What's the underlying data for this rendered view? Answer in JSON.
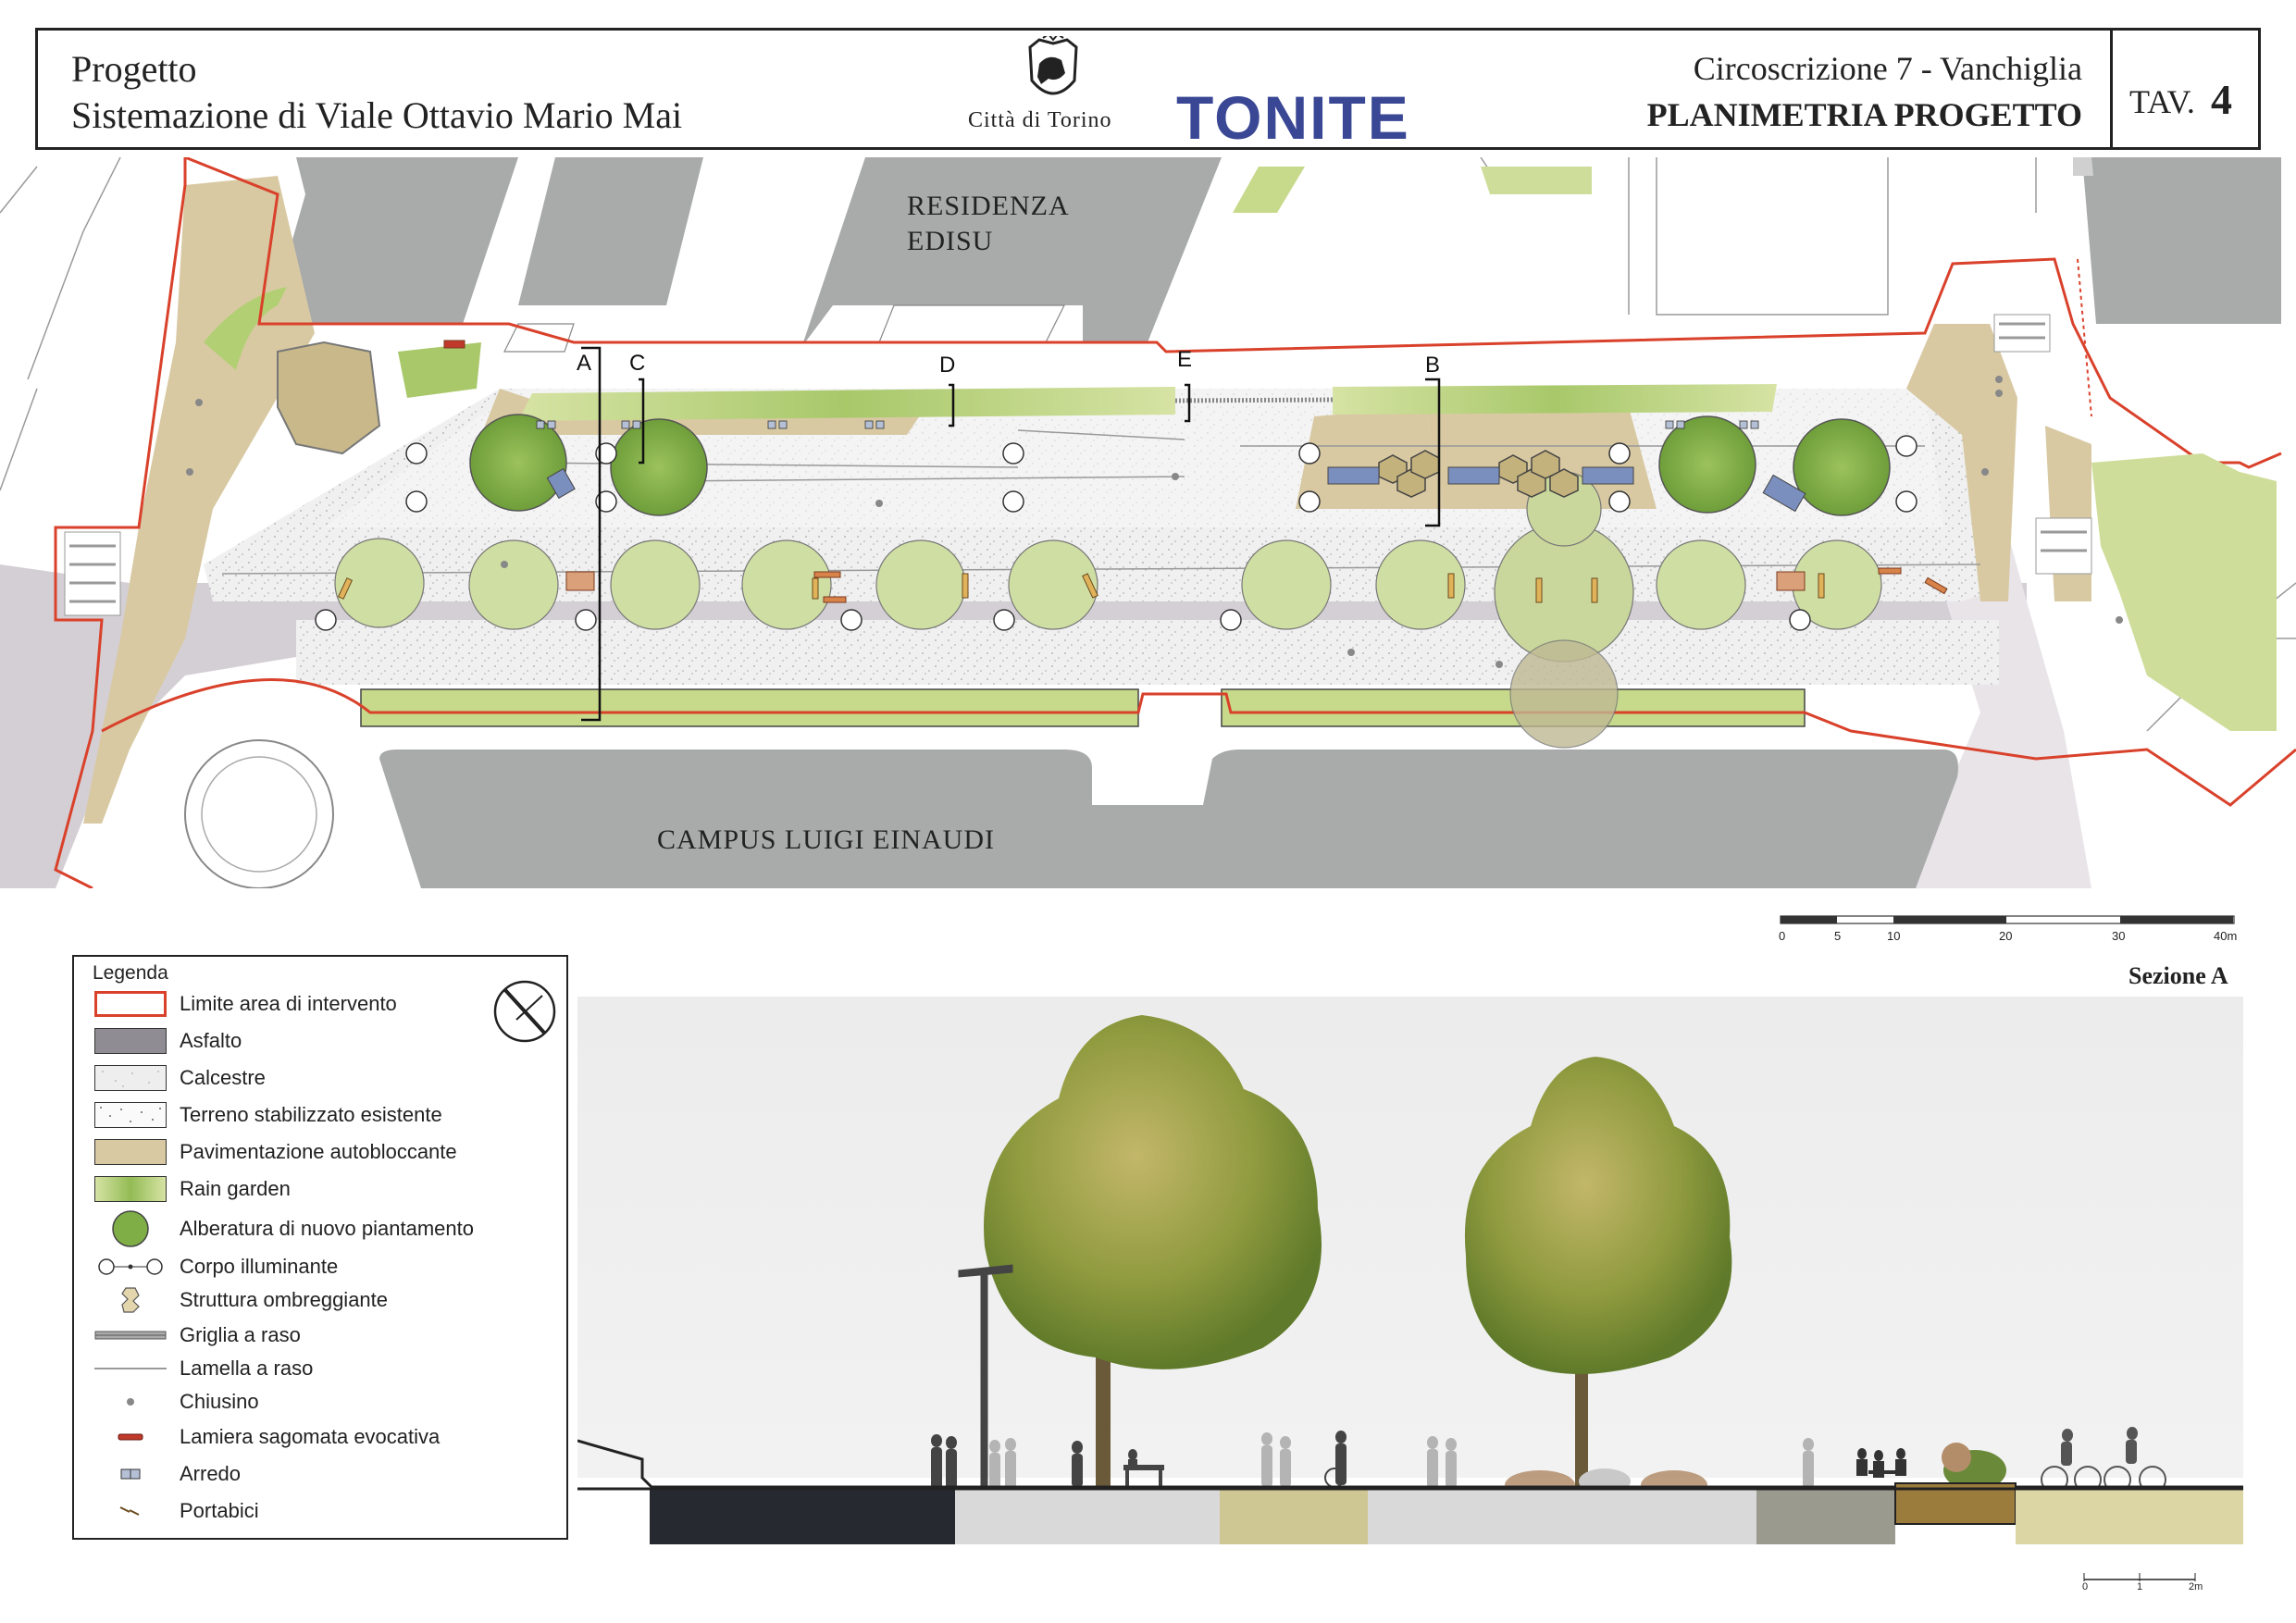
{
  "header": {
    "project_label": "Progetto",
    "project_title": "Sistemazione di Viale Ottavio Mario Mai",
    "city_name": "Città di Torino",
    "partner_logo": "TONITE",
    "district": "Circoscrizione 7 - Vanchiglia",
    "sheet_title": "PLANIMETRIA PROGETTO",
    "tav_label": "TAV.",
    "tav_number": "4",
    "city_emblem_icon": "torino-bull-emblem-icon"
  },
  "plan": {
    "labels": {
      "residence": [
        "RESIDENZA",
        "EDISU"
      ],
      "campus": "CAMPUS LUIGI EINAUDI"
    },
    "section_markers": [
      "A",
      "C",
      "D",
      "E",
      "B"
    ],
    "colors": {
      "boundary": "#d9412b",
      "asphalt": "#c9c4c9",
      "building": "#a9aaaa",
      "paving": "#d8c9a3",
      "rain_garden": "#c7d98a",
      "tree_new": "#7fae46",
      "tree_existing": "#cbdca0",
      "gravel": "#eeeeee"
    }
  },
  "scale_bar": {
    "ticks": [
      "0",
      "5",
      "10",
      "20",
      "30",
      "40m"
    ]
  },
  "legend": {
    "title": "Legenda",
    "items": [
      {
        "label": "Limite area di intervento",
        "icon": "boundary-line-swatch"
      },
      {
        "label": "Asfalto",
        "icon": "asphalt-swatch"
      },
      {
        "label": "Calcestre",
        "icon": "calcestre-swatch"
      },
      {
        "label": "Terreno stabilizzato esistente",
        "icon": "stabilized-soil-swatch"
      },
      {
        "label": "Pavimentazione autobloccante",
        "icon": "interlocking-paving-swatch"
      },
      {
        "label": "Rain garden",
        "icon": "rain-garden-swatch"
      },
      {
        "label": "Alberatura di nuovo piantamento",
        "icon": "new-tree-icon"
      },
      {
        "label": "Corpo illuminante",
        "icon": "light-fixture-icon"
      },
      {
        "label": "Struttura ombreggiante",
        "icon": "shade-structure-icon"
      },
      {
        "label": "Griglia a raso",
        "icon": "flush-grate-icon"
      },
      {
        "label": "Lamella a raso",
        "icon": "flush-slat-icon"
      },
      {
        "label": "Chiusino",
        "icon": "manhole-icon"
      },
      {
        "label": "Lamiera sagomata evocativa",
        "icon": "shaped-sheet-icon"
      },
      {
        "label": "Arredo",
        "icon": "furniture-icon"
      },
      {
        "label": "Portabici",
        "icon": "bike-rack-icon"
      }
    ]
  },
  "section": {
    "title": "Sezione A",
    "scale_ticks": [
      "0",
      "1",
      "2m"
    ]
  },
  "compass_icon": "north-arrow-icon"
}
